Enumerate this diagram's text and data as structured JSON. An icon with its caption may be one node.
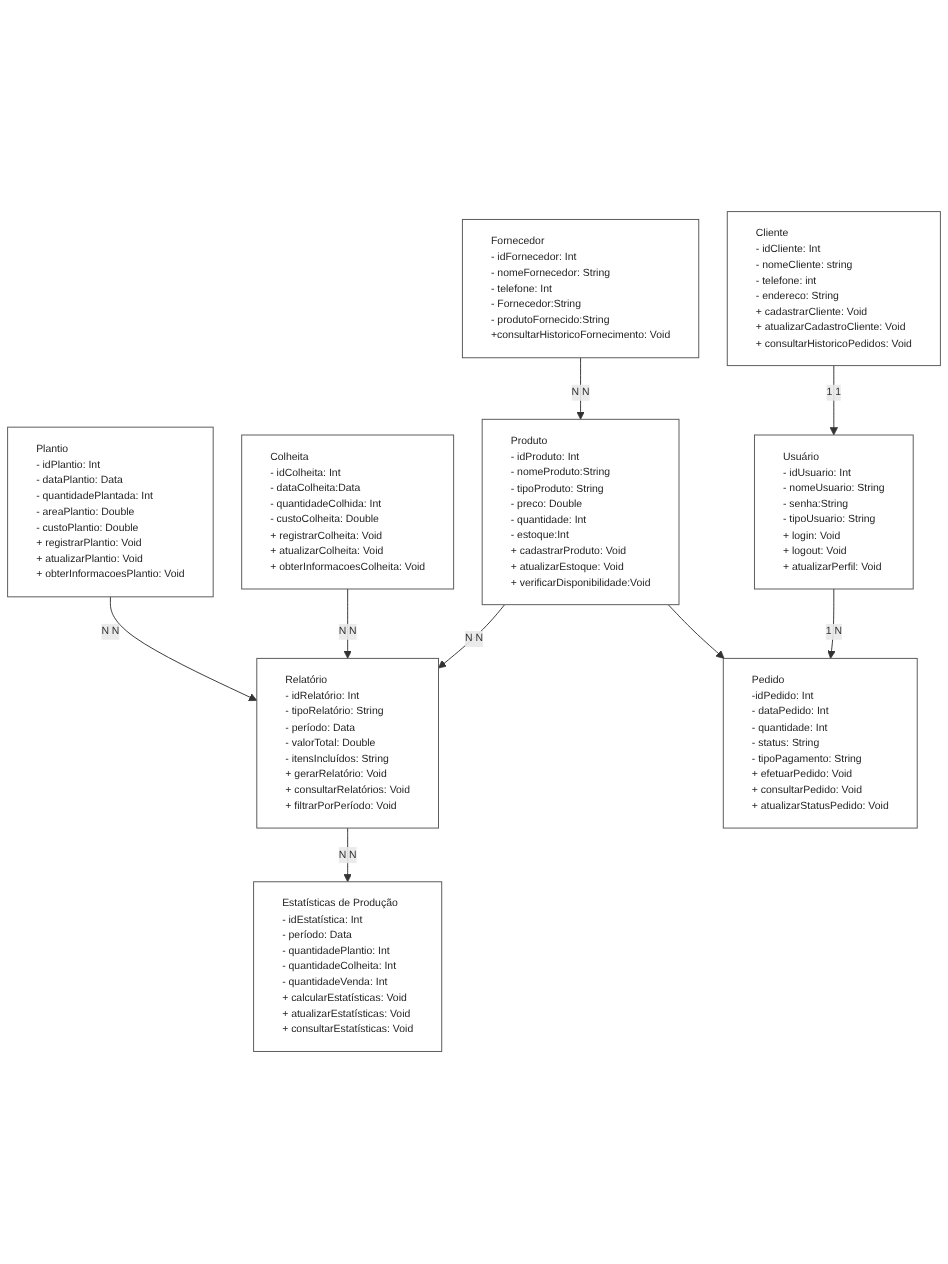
{
  "diagram": {
    "nodes": [
      {
        "text": [
          "Relatório",
          "- idRelatório: Int",
          "- tipoRelatório: String",
          "- período: Data",
          "- valorTotal: Double",
          "- itensIncluídos: String",
          "+ gerarRelatório: Void",
          "+ consultarRelatórios: Void",
          "+ filtrarPorPeríodo: Void"
        ]
      },
      {
        "text": [
          "Estatísticas de Produção",
          "- idEstatística: Int",
          "- período: Data",
          "- quantidadePlantio: Int",
          "- quantidadeColheita: Int",
          "- quantidadeVenda: Int",
          "+ calcularEstatísticas: Void",
          "+ atualizarEstatísticas: Void",
          "+ consultarEstatísticas: Void"
        ]
      },
      {
        "text": [
          "Plantio",
          "- idPlantio: Int",
          "- dataPlantio: Data",
          "- quantidadePlantada: Int",
          "- areaPlantio: Double",
          "- custoPlantio: Double",
          "+ registrarPlantio: Void",
          "+ atualizarPlantio: Void",
          "+ obterInformacoesPlantio: Void"
        ]
      },
      {
        "text": [
          "Colheita",
          "- idColheita: Int",
          "- dataColheita:Data",
          "- quantidadeColhida: Int",
          "- custoColheita: Double",
          "+ registrarColheita: Void",
          "+ atualizarColheita: Void",
          "+ obterInformacoesColheita: Void"
        ]
      },
      {
        "text": [
          "Fornecedor",
          "- idFornecedor: Int",
          "- nomeFornecedor: String",
          "- telefone: Int",
          "- Fornecedor:String",
          "- produtoFornecido:String",
          "+consultarHistoricoFornecimento: Void"
        ]
      },
      {
        "text": [
          "Produto",
          "- idProduto: Int",
          "- nomeProduto:String",
          "- tipoProduto: String",
          "- preco: Double",
          "- quantidade: Int",
          "- estoque:Int",
          "+ cadastrarProduto: Void",
          "+ atualizarEstoque: Void",
          "+ verificarDisponibilidade:Void"
        ]
      },
      {
        "text": [
          "Cliente",
          "- idCliente: Int",
          "- nomeCliente: string",
          "- telefone: int",
          "- endereco: String",
          "+ cadastrarCliente: Void",
          "+ atualizarCadastroCliente: Void",
          "+ consultarHistoricoPedidos: Void"
        ]
      },
      {
        "text": [
          "Usuário",
          "- idUsuario: Int",
          "- nomeUsuario: String",
          "- senha:String",
          "- tipoUsuario: String",
          "+ login: Void",
          "+ logout: Void",
          "+ atualizarPerfil: Void"
        ]
      },
      {
        "text": [
          "Pedido",
          "-idPedido: Int",
          "- dataPedido: Int",
          "- quantidade: Int",
          "- status: String",
          "- tipoPagamento: String",
          "+ efetuarPedido: Void",
          "+ consultarPedido: Void",
          "+ atualizarStatusPedido: Void"
        ]
      }
    ],
    "edges": [
      {
        "from": 0,
        "to": 1,
        "arrow": "to",
        "label": "N N"
      },
      {
        "from": 2,
        "to": 0,
        "arrow": "to",
        "label": "N N"
      },
      {
        "from": 3,
        "to": 0,
        "arrow": "to",
        "label": "N N"
      },
      {
        "from": 5,
        "to": 0,
        "arrow": "to",
        "label": "N N"
      },
      {
        "from": 4,
        "to": 5,
        "arrow": "to",
        "label": "N N"
      },
      {
        "from": 5,
        "to": 8,
        "arrow": "to"
      },
      {
        "from": 6,
        "to": 7,
        "arrow": "to",
        "label": "1 1"
      },
      {
        "from": 7,
        "to": 8,
        "arrow": "to",
        "label": "1 N"
      }
    ]
  }
}
